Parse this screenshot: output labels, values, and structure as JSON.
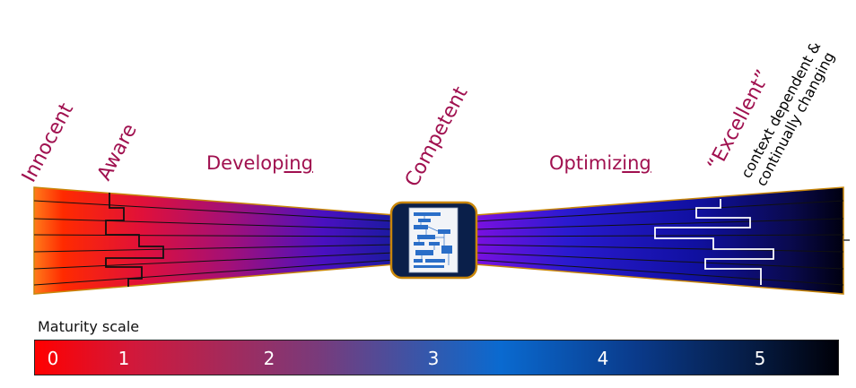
{
  "stages": [
    {
      "label": "Innocent"
    },
    {
      "label": "Aware"
    },
    {
      "label_plain": "Develop",
      "label_underlined": "ing"
    },
    {
      "label": "Competent"
    },
    {
      "label_plain": "Optimiz",
      "label_underlined": "ing"
    },
    {
      "label": "“Excellent”"
    }
  ],
  "excellent_note": {
    "line1": "context dependent &",
    "line2": "continually changing"
  },
  "maturity_scale": {
    "caption": "Maturity scale",
    "ticks": [
      "0",
      "1",
      "2",
      "3",
      "4",
      "5"
    ]
  },
  "colors": {
    "label": "#a0104f",
    "hub_border": "#c8860a",
    "hub_fill": "#0a1f4a"
  }
}
